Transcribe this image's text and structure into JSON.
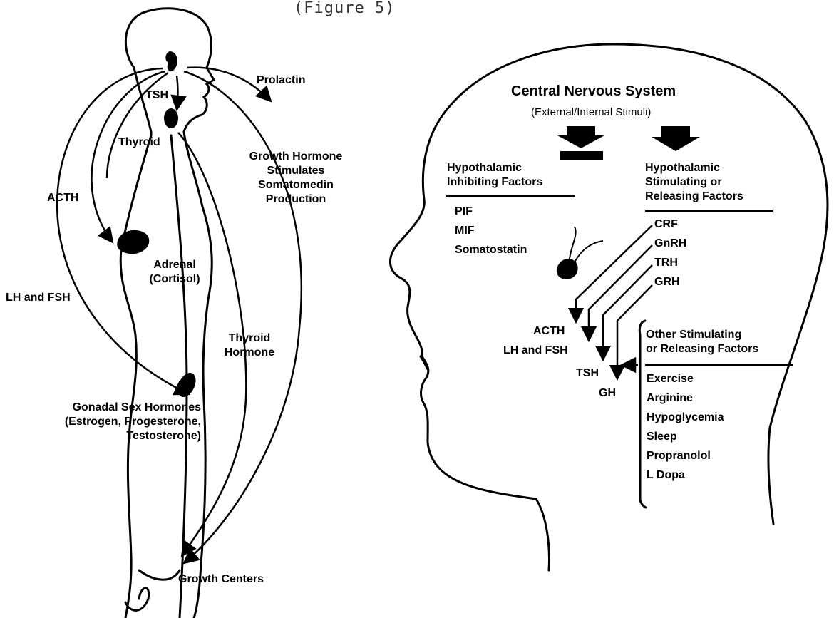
{
  "caption": "(Figure 5)",
  "body_figure": {
    "labels": {
      "prolactin": "Prolactin",
      "tsh": "TSH",
      "thyroid": "Thyroid",
      "growth_hormone": [
        "Growth Hormone",
        "Stimulates",
        "Somatomedin",
        "Production"
      ],
      "acth": "ACTH",
      "adrenal": [
        "Adrenal",
        "(Cortisol)"
      ],
      "lh_fsh": "LH and FSH",
      "thyroid_hormone": [
        "Thyroid",
        "Hormone"
      ],
      "gonadal": [
        "Gonadal Sex Hormones",
        "(Estrogen, Progesterone,",
        "Testosterone)"
      ],
      "growth_centers": "Growth Centers"
    }
  },
  "head_figure": {
    "title": "Central Nervous System",
    "subtitle": "(External/Internal Stimuli)",
    "inhibiting_header": [
      "Hypothalamic",
      "Inhibiting Factors"
    ],
    "inhibiting_items": [
      "PIF",
      "MIF",
      "Somatostatin"
    ],
    "stimulating_header": [
      "Hypothalamic",
      "Stimulating or",
      "Releasing Factors"
    ],
    "stimulating_items": [
      "CRF",
      "GnRH",
      "TRH",
      "GRH"
    ],
    "pituitary_outputs": [
      "ACTH",
      "LH and FSH",
      "TSH",
      "GH"
    ],
    "other_header": [
      "Other Stimulating",
      "or Releasing Factors"
    ],
    "other_items": [
      "Exercise",
      "Arginine",
      "Hypoglycemia",
      "Sleep",
      "Propranolol",
      "L Dopa"
    ]
  }
}
